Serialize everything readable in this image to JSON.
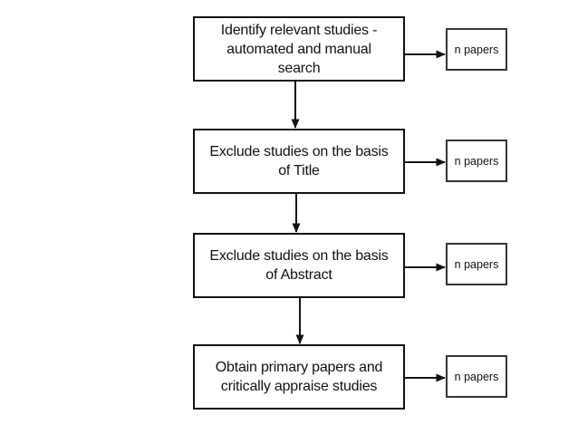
{
  "flowchart": {
    "background_color": "#ffffff",
    "box_border_color": "#121212",
    "output_box_border_color": "#353535",
    "text_color": "#121212",
    "steps": [
      {
        "label": "Identify relevant studies -\nautomated and manual\nsearch",
        "output_label": "n papers"
      },
      {
        "label": "Exclude studies on the basis\nof Title",
        "output_label": "n papers"
      },
      {
        "label": "Exclude studies on the basis\nof Abstract",
        "output_label": "n papers"
      },
      {
        "label": "Obtain primary papers and\ncritically appraise studies",
        "output_label": "n papers"
      }
    ]
  }
}
